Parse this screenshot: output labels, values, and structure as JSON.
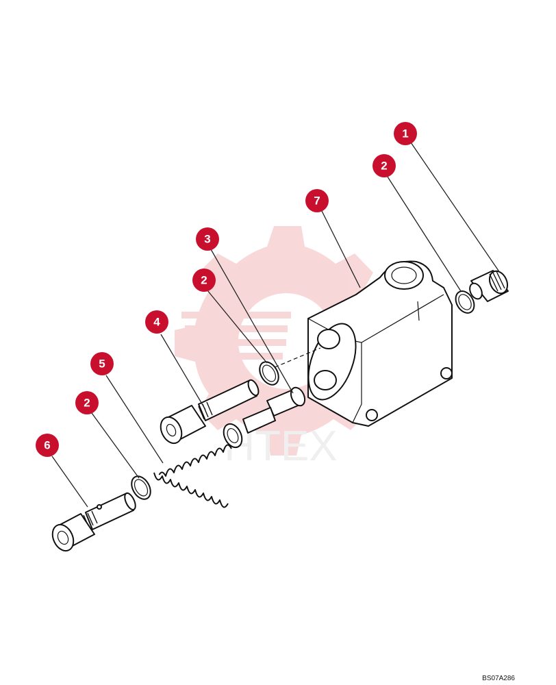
{
  "diagram": {
    "drawing_code": "BS07A286",
    "watermark_text": "HTEX",
    "accent_color": "#c8102e",
    "watermark_color": "#f2b8b8",
    "callouts": [
      {
        "id": "c1",
        "label": "1"
      },
      {
        "id": "c2a",
        "label": "2"
      },
      {
        "id": "c7",
        "label": "7"
      },
      {
        "id": "c3",
        "label": "3"
      },
      {
        "id": "c2b",
        "label": "2"
      },
      {
        "id": "c4",
        "label": "4"
      },
      {
        "id": "c5",
        "label": "5"
      },
      {
        "id": "c2c",
        "label": "2"
      },
      {
        "id": "c6",
        "label": "6"
      }
    ]
  }
}
